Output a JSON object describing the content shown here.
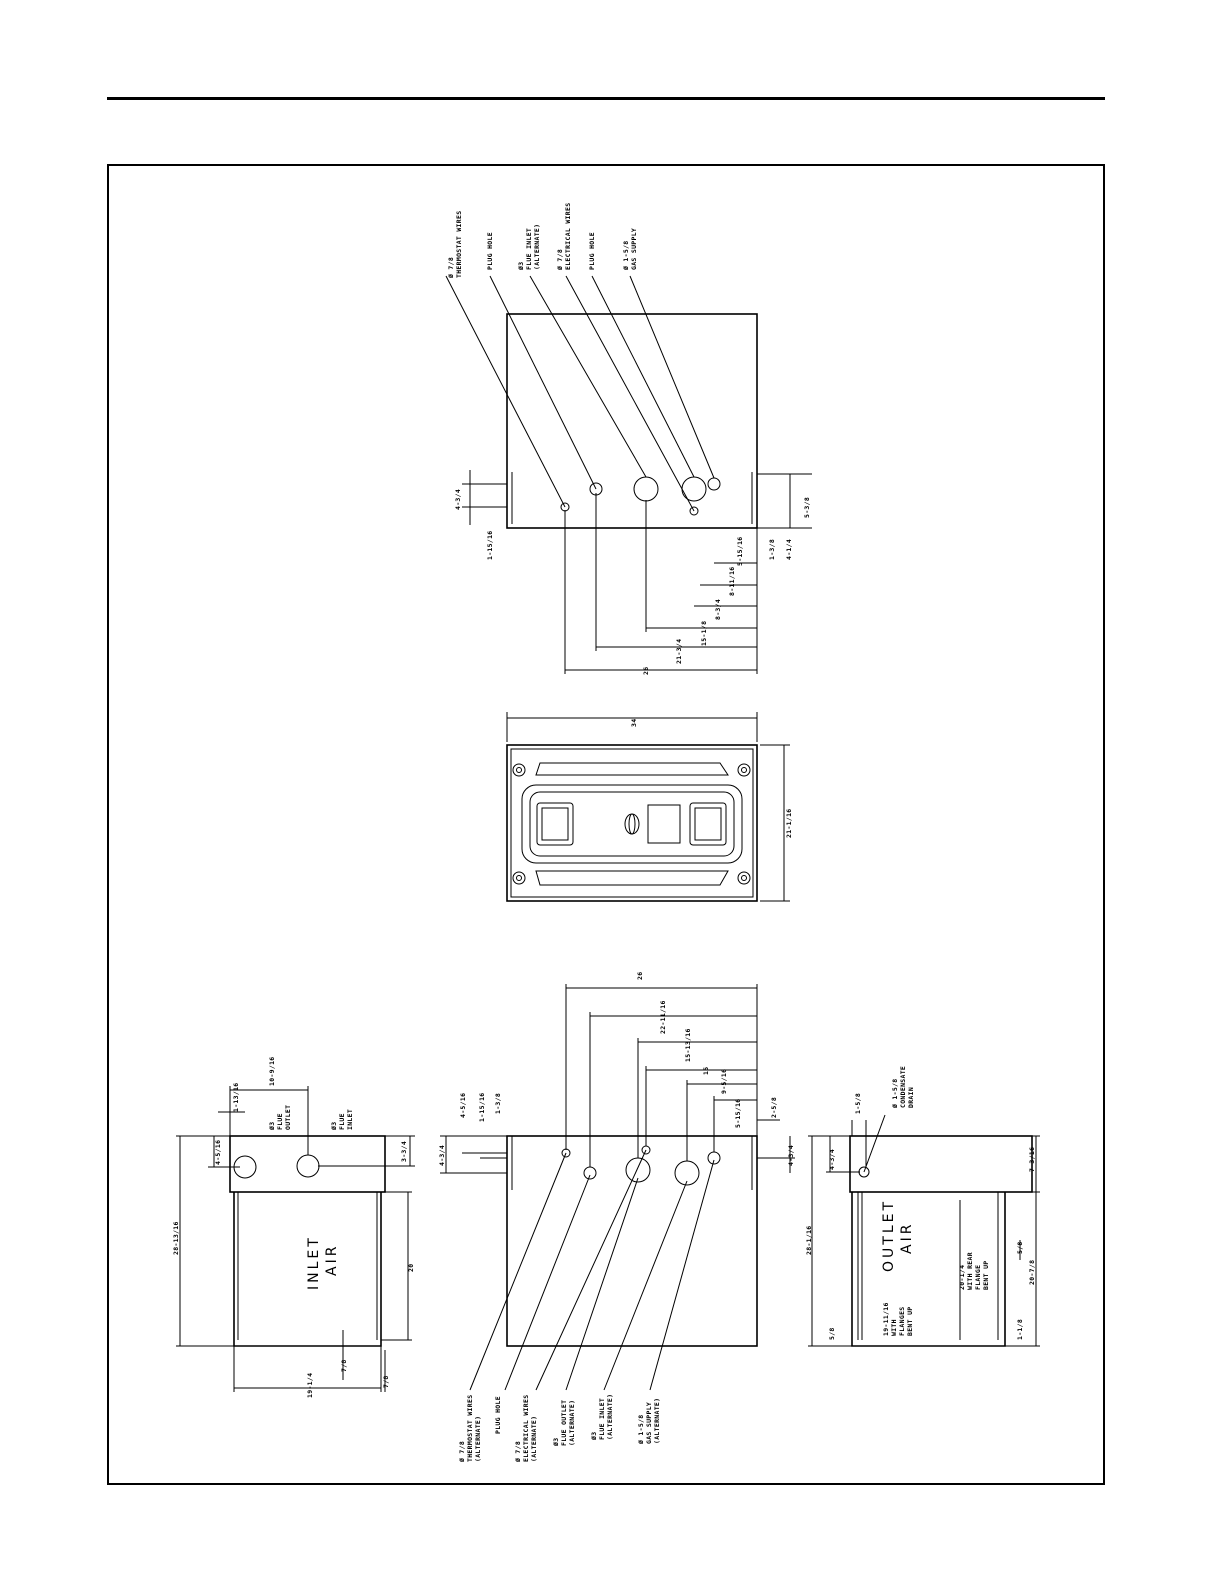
{
  "top_view": {
    "callouts": [
      "Ø 7/8",
      "THERMOSTAT WIRES",
      "PLUG HOLE",
      "Ø3",
      "FLUE INLET",
      "(ALTERNATE)",
      "Ø 7/8",
      "ELECTRICAL WIRES",
      "PLUG HOLE",
      "Ø 1-5/8",
      "GAS SUPPLY"
    ],
    "dims": [
      "4-3/4",
      "1-15/16",
      "5-3/8",
      "1-3/8",
      "4-1/4",
      "5-15/16",
      "8-11/16",
      "8-3/4",
      "15-1/8",
      "21-3/4",
      "26"
    ]
  },
  "front_view": {
    "dims": [
      "34",
      "21-1/16"
    ]
  },
  "left_view": {
    "dims": [
      "10-9/16",
      "1-13/16",
      "4-5/16",
      "3-3/4",
      "28-13/16",
      "20",
      "7/8",
      "19-1/4",
      "7/8"
    ],
    "labels": [
      "Ø3",
      "FLUE",
      "OUTLET",
      "Ø3",
      "FLUE",
      "INLET"
    ],
    "inlet": [
      "INLET",
      "AIR"
    ]
  },
  "bottom_view": {
    "dims": [
      "26",
      "22-11/16",
      "15-13/16",
      "15",
      "9-5/16",
      "5-15/16",
      "2-5/8",
      "4-5/16",
      "1-15/16",
      "1-3/8",
      "4-3/4",
      "4-3/4"
    ],
    "callouts": [
      "Ø 7/8",
      "THERMOSTAT WIRES",
      "(ALTERNATE)",
      "PLUG HOLE",
      "Ø 7/8",
      "ELECTRICAL WIRES",
      "(ALTERNATE)",
      "Ø3",
      "FLUE OUTLET",
      "(ALTERNATE)",
      "Ø3",
      "FLUE INLET",
      "(ALTERNATE)",
      "Ø 1-5/8",
      "GAS SUPPLY",
      "(ALTERNATE)"
    ]
  },
  "right_view": {
    "dims": [
      "1-5/8",
      "4-3/4",
      "28-1/16",
      "5/8",
      "7-3/16",
      "5/8",
      "20-7/8",
      "1-1/8"
    ],
    "labels": [
      "Ø 1-5/8",
      "CONDENSATE",
      "DRAIN",
      "19-11/16",
      "WITH",
      "FLANGES",
      "BENT UP",
      "20-1/4",
      "WITH REAR",
      "FLANGE",
      "BENT UP"
    ],
    "outlet": [
      "OUTLET",
      "AIR"
    ]
  }
}
